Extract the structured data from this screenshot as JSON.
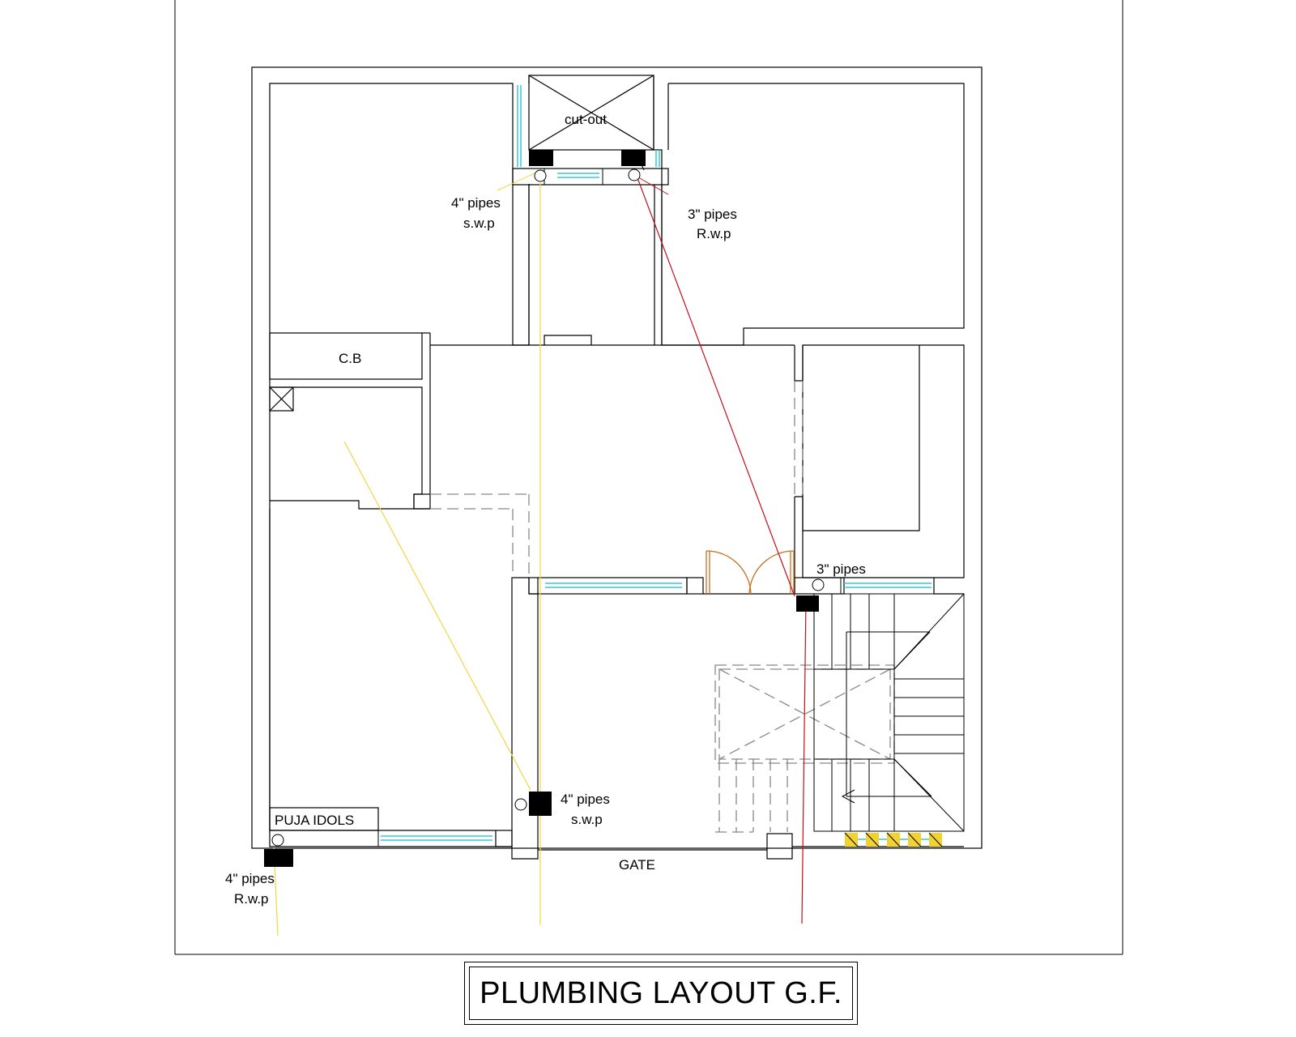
{
  "title": "PLUMBING LAYOUT G.F.",
  "labels": {
    "cutout": "cut-out",
    "cb": "C.B",
    "puja": "PUJA IDOLS",
    "gate": "GATE",
    "pipe_top_left_size": "4\" pipes",
    "pipe_top_left_type": "s.w.p",
    "pipe_top_right_size": "3\" pipes",
    "pipe_top_right_type": "R.w.p",
    "pipe_mid_right_size": "3\" pipes",
    "pipe_bottom_center_size": "4\" pipes",
    "pipe_bottom_center_type": "s.w.p",
    "pipe_bottom_left_size": "4\" pipes",
    "pipe_bottom_left_type": "R.w.p"
  },
  "colors": {
    "wall": "#000000",
    "window": "#35c8d8",
    "swp_line": "#f2d545",
    "rwp_line": "#c0101a",
    "door": "#c87020",
    "hatch": "#f2d230",
    "dashed": "#999999"
  }
}
